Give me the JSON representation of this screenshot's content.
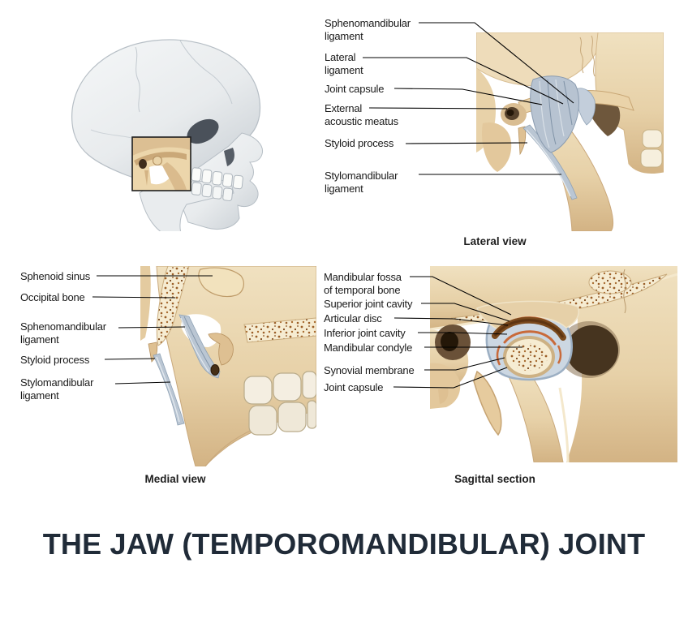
{
  "title": "THE JAW (TEMPOROMANDIBULAR) JOINT",
  "views": {
    "lateral": {
      "caption": "Lateral view",
      "labels": [
        "Sphenomandibular\nligament",
        "Lateral\nligament",
        "Joint capsule",
        "External\nacoustic meatus",
        "Styloid process",
        "Stylomandibular\nligament"
      ]
    },
    "medial": {
      "caption": "Medial view",
      "labels": [
        "Sphenoid sinus",
        "Occipital bone",
        "Sphenomandibular\nligament",
        "Styloid process",
        "Stylomandibular\nligament"
      ]
    },
    "sagittal": {
      "caption": "Sagittal section",
      "labels": [
        "Mandibular fossa\nof temporal bone",
        "Superior joint cavity",
        "Articular disc",
        "Inferior joint cavity",
        "Mandibular condyle",
        "Synovial membrane",
        "Joint capsule"
      ]
    }
  },
  "colors": {
    "title-color": "#202b38",
    "label-color": "#1a1a1a",
    "leader-color": "#000000",
    "bone-tan": "#e7d1a8",
    "bone-shade": "#cfae7f",
    "spongy-bone": "#f6ecd2",
    "speckle-brown": "#9b5e27",
    "ligament-gray-blue": "#b9c5d3",
    "articular-disc-brown": "#7b4a1d",
    "joint-cavity-orange": "#c96a3a",
    "skull-gray": "#e8ebed"
  }
}
